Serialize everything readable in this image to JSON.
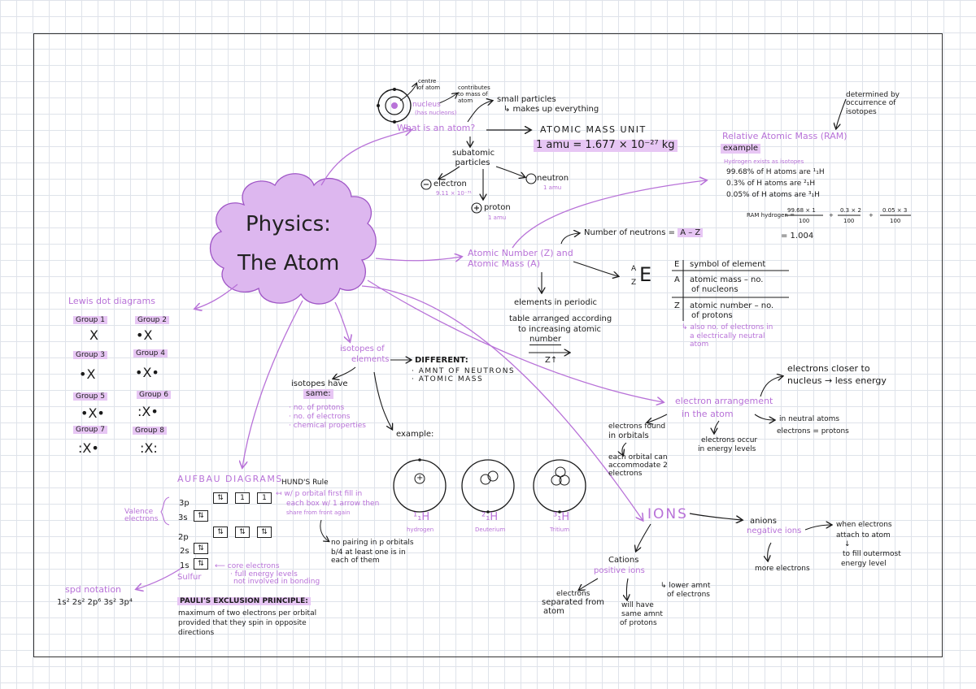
{
  "title_line1": "Physics:",
  "title_line2": "The Atom",
  "atom_top": {
    "centre_of_atom": "centre of atom",
    "nucleus": "nucleus",
    "has_nucleons": "(has nucleons)",
    "contributes": "contributes to mass of atom",
    "small_particles": "small particles",
    "makes_up": "↳ makes up everything",
    "question": "What is an atom?",
    "amu_heading": "ATOMIC MASS UNIT",
    "amu_value": "1 amu = 1.677 × 10⁻²⁷ kg",
    "subatomic": "subatomic particles",
    "electron": "electron",
    "electron_mass": "9.11 × 10⁻³¹",
    "neutron": "neutron",
    "neutron_mass": "1 amu",
    "proton": "proton",
    "proton_mass": "1 amu"
  },
  "ram": {
    "determined": "determined by occurrence of isotopes",
    "heading": "Relative Atomic Mass (RAM)",
    "example": "example",
    "hydrogen_exists": "Hydrogen exists as isotopes",
    "line1": "99.68% of H atoms are ¹₁H",
    "line2": "0.3% of H atoms are ²₁H",
    "line3": "0.05% of H atoms are ³₁H",
    "ram_label": "RAM hydrogen =",
    "frac1_num": "99.68 × 1",
    "frac1_den": "100",
    "frac2_num": "0.3 × 2",
    "frac2_den": "100",
    "frac3_num": "0.05 × 3",
    "frac3_den": "100",
    "plus": "+",
    "result": "= 1.004"
  },
  "atomic_number": {
    "title1": "Atomic Number (Z) and",
    "title2": "Atomic Mass (A)",
    "neutrons": "Number of neutrons =",
    "neutrons_hl": "A – Z",
    "A": "A",
    "Z": "Z",
    "E": "E",
    "E_def": "symbol of element",
    "A_def1": "atomic mass – no.",
    "A_def2": "of nucleons",
    "Z_def1": "atomic number – no.",
    "Z_def2": "of protons",
    "also1": "↳ also no. of electrons in",
    "also2": "a electrically neutral",
    "also3": "atom",
    "periodic1": "elements in periodic",
    "periodic2": "table arranged according",
    "periodic3": "to increasing atomic",
    "periodic4": "number",
    "zplus": "Z↑"
  },
  "isotopes": {
    "title1": "isotopes of",
    "title2": "elements",
    "different": "DIFFERENT:",
    "diff1": "· AMNT OF NEUTRONS",
    "diff2": "· ATOMIC MASS",
    "have": "isotopes have",
    "same": "same:",
    "same1": "· no. of protons",
    "same2": "· no. of electrons",
    "same3": "· chemical properties",
    "example": "example:",
    "iso1": "¹₁H",
    "iso1_name": "hydrogen",
    "iso2": "²₁H",
    "iso2_name": "Deuterium",
    "iso3": "³₁H",
    "iso3_name": "Tritium"
  },
  "electron_arrangement": {
    "title1": "electron arrangement",
    "title2": "in the atom",
    "closer1": "electrons closer to",
    "closer2": "nucleus → less energy",
    "neutral": "in neutral atoms",
    "eq": "electrons = protons",
    "found1": "electrons found",
    "found2": "in orbitals",
    "levels1": "electrons occur",
    "levels2": "in energy levels",
    "orbital1": "each orbital can",
    "orbital2": "accommodate 2",
    "orbital3": "electrons"
  },
  "ions": {
    "title": "IONS",
    "anions": "anions",
    "negative": "negative ions",
    "more": "more electrons",
    "when1": "when electrons",
    "when2": "attach to atom",
    "arrow": "↓",
    "fill1": "to fill outermost",
    "fill2": "energy level",
    "cations": "Cations",
    "positive": "positive ions",
    "sep1": "electrons",
    "sep2": "separated from",
    "sep3": "atom",
    "same1": "will have",
    "same2": "same amnt",
    "same3": "of protons",
    "lower1": "↳ lower amnt",
    "lower2": "of electrons"
  },
  "lewis": {
    "title": "Lewis dot diagrams",
    "g1": "Group 1",
    "g2": "Group 2",
    "g3": "Group 3",
    "g4": "Group 4",
    "g5": "Group 5",
    "g6": "Group 6",
    "g7": "Group 7",
    "g8": "Group 8",
    "x": "X"
  },
  "aufbau": {
    "title": "AUFBAU DIAGRAMS",
    "hund": "HUND'S Rule",
    "hund1": "↤ w/ p orbital first fill in",
    "hund2": "each box w/ 1 arrow then",
    "hund3": "share from front again",
    "valence1": "Valence",
    "valence2": "electrons",
    "r3p": "3p",
    "r3s": "3s",
    "r2p": "2p",
    "r2s": "2s",
    "r1s": "1s",
    "sulfur": "Sulfur",
    "up": "1",
    "pair": "⇅",
    "nopair1": "no pairing in p orbitals",
    "nopair2": "b/4 at least one is in",
    "nopair3": "each of them",
    "core1": "⟵ core electrons",
    "core2": "· full energy levels",
    "core3": "not involved in bonding",
    "spd": "spd notation",
    "spd_value": "1s² 2s² 2p⁶ 3s² 3p⁴",
    "pauli": "PAULI'S EXCLUSION PRINCIPLE:",
    "pauli1": "maximum of two electrons per orbital",
    "pauli2": "provided that they spin in opposite",
    "pauli3": "directions"
  },
  "colors": {
    "accent": "#b872d8",
    "cloud_fill": "#ddb7ef",
    "highlight": "#e7c6f4",
    "ink": "#1a1a1a"
  }
}
